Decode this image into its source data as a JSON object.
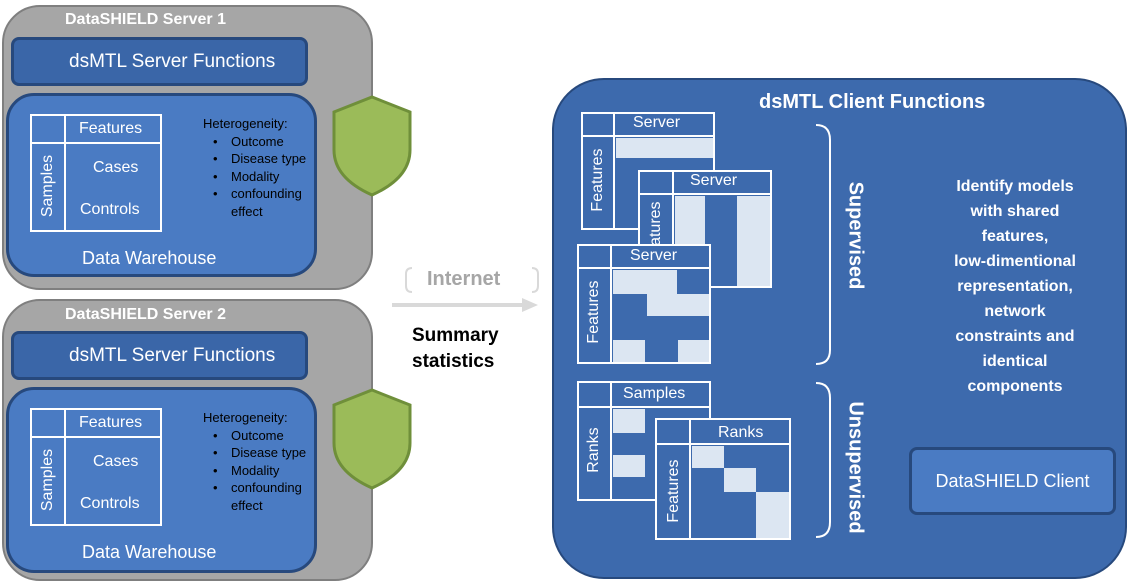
{
  "servers": [
    {
      "title": "DataSHIELD Server 1",
      "functions_label": "dsMTL Server Functions",
      "table": {
        "col_header": "Features",
        "row_header": "Samples",
        "rows": [
          "Cases",
          "Controls"
        ]
      },
      "heterogeneity": {
        "title": "Heterogeneity:",
        "items": [
          "Outcome",
          "Disease type",
          "Modality",
          "confounding",
          "effect"
        ]
      },
      "warehouse_label": "Data Warehouse"
    },
    {
      "title": "DataSHIELD Server 2",
      "functions_label": "dsMTL Server Functions",
      "table": {
        "col_header": "Features",
        "row_header": "Samples",
        "rows": [
          "Cases",
          "Controls"
        ]
      },
      "heterogeneity": {
        "title": "Heterogeneity:",
        "items": [
          "Outcome",
          "Disease type",
          "Modality",
          "confounding",
          "effect"
        ]
      },
      "warehouse_label": "Data Warehouse"
    }
  ],
  "channel": {
    "internet_label": "Internet",
    "summary_label": "Summary statistics"
  },
  "client": {
    "title": "dsMTL Client Functions",
    "supervised": {
      "label": "Supervised",
      "matrices": [
        {
          "col_header": "Server",
          "row_header": "Features"
        },
        {
          "col_header": "Server",
          "row_header": "Features"
        },
        {
          "col_header": "Server",
          "row_header": "Features"
        }
      ]
    },
    "unsupervised": {
      "label": "Unsupervised",
      "matrices": [
        {
          "col_header": "Samples",
          "row_header": "Ranks"
        },
        {
          "col_header": "Ranks",
          "row_header": "Features"
        }
      ]
    },
    "description": [
      "Identify models",
      "with  shared",
      "features,",
      "low-dimentional",
      "representation,",
      "network",
      "constraints and",
      "identical",
      "components"
    ],
    "datashield_client_label": "DataSHIELD Client"
  },
  "colors": {
    "server_bg": "#a6a6a6",
    "blue_dark": "#3a66a8",
    "blue_mid": "#4a7bc3",
    "client_bg": "#3d6aad",
    "shield": "#9bbb59",
    "cell_light": "#dce6f2"
  }
}
